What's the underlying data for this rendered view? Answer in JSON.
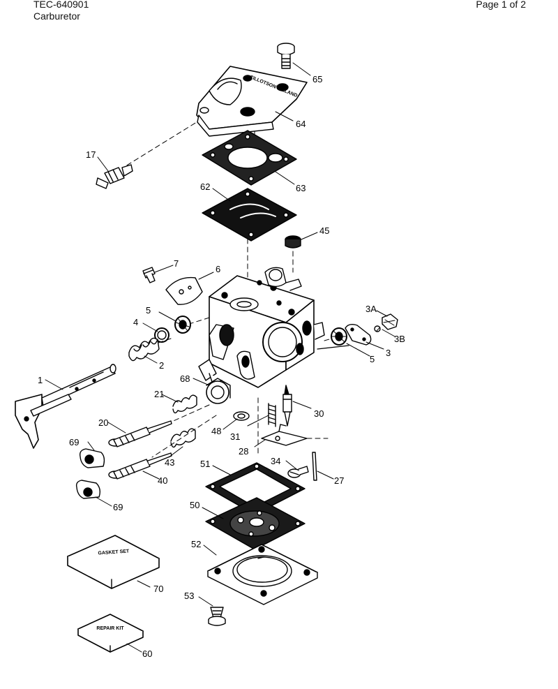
{
  "header": {
    "doc_id": "TEC-640901",
    "doc_subtitle": "Carburetor",
    "page": "Page 1 of 2"
  },
  "stamp_text": "TILLOTSON IRELAND",
  "kits": {
    "gasket_set": "GASKET SET",
    "repair_kit": "REPAIR KIT"
  },
  "callouts": {
    "c1": "1",
    "c2": "2",
    "c3": "3",
    "c3a": "3A",
    "c3b": "3B",
    "c4": "4",
    "c5a": "5",
    "c5b": "5",
    "c6": "6",
    "c7": "7",
    "c17": "17",
    "c20": "20",
    "c21": "21",
    "c27": "27",
    "c28": "28",
    "c30": "30",
    "c31": "31",
    "c34": "34",
    "c40": "40",
    "c43": "43",
    "c45": "45",
    "c48": "48",
    "c50": "50",
    "c51": "51",
    "c52": "52",
    "c53": "53",
    "c60": "60",
    "c62": "62",
    "c63": "63",
    "c64": "64",
    "c65": "65",
    "c68": "68",
    "c69a": "69",
    "c69b": "69",
    "c70": "70"
  }
}
